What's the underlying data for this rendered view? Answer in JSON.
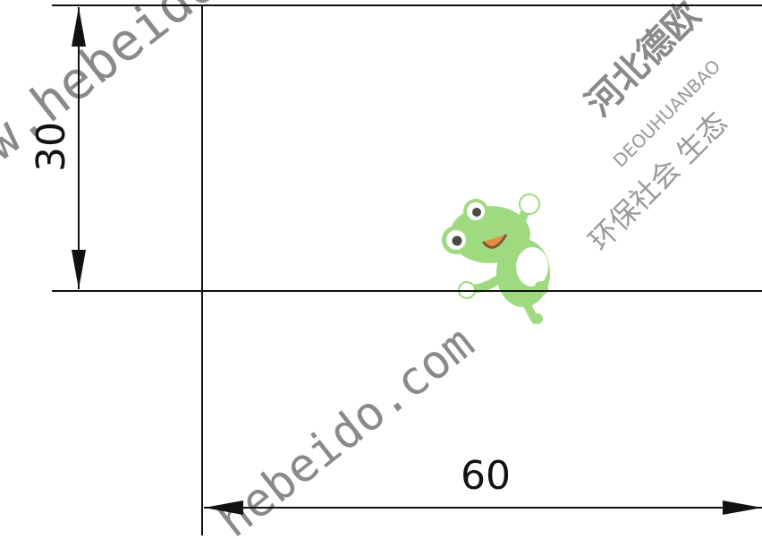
{
  "dimensions": {
    "vertical": {
      "value": "30"
    },
    "horizontal": {
      "value": "60"
    }
  },
  "watermark": {
    "url_top": "w.hebeido.",
    "url_center": "hebeido.com",
    "company": "河北德欧",
    "company_latin": "DEOUHUANBAO",
    "slogan": "环保社会  生态",
    "mascot": "frog-mascot"
  },
  "colors": {
    "line": "#111111",
    "watermark": "#8a8a8a",
    "mascot_green": "#8fd46a"
  }
}
